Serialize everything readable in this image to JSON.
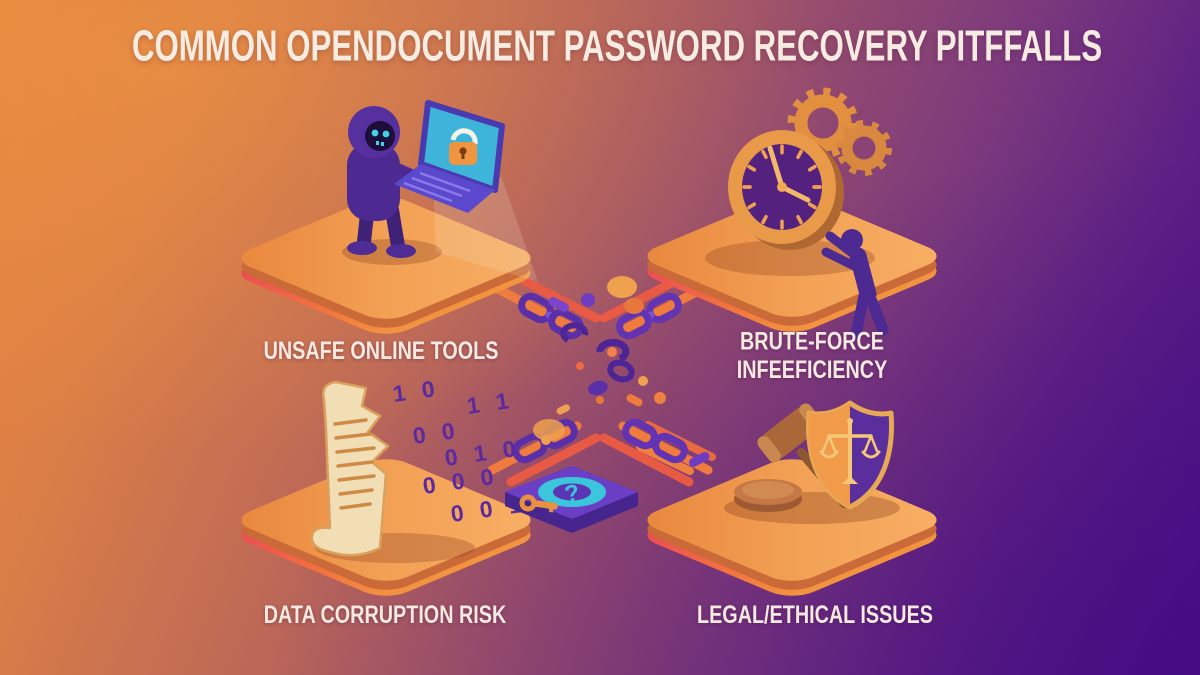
{
  "title": "COMMON OPENDOCUMENT PASSWORD RECOVERY PITFFALLS",
  "panels": {
    "top_left": {
      "label": "UNSAFE ONLINE TOOLS",
      "icon": "hooded-hacker-laptop-padlock-icon"
    },
    "top_right": {
      "label_line1": "BRUTE-FORCE",
      "label_line2": "INFEEFICIENCY",
      "icon": "clock-gears-pushing-figure-icon"
    },
    "bottom_left": {
      "label": "DATA CORRUPTION RISK",
      "icon": "torn-scroll-binary-disk-icon",
      "binary_rows": [
        "1 0",
        "1 1",
        "0 0",
        "0 1 0",
        "0 0 0",
        "0 0 1"
      ],
      "disk_glyph": "?"
    },
    "bottom_right": {
      "label": "LEGAL/ETHICAL ISSUES",
      "icon": "gavel-shield-scales-icon"
    }
  },
  "colors": {
    "bg_top_left": "#e2823f",
    "bg_bottom_right": "#4a0e87",
    "platform_top": "#f5a95c",
    "platform_rim": "#ef4d58",
    "figure_purple": "#4c2a92",
    "screen_teal": "#3fb4da",
    "lock_orange": "#ef9440",
    "chain_purple": "#5b2fa8",
    "trace_orange": "#ef7c3e",
    "scroll_cream": "#f2deb5",
    "shield_purple": "#5b2e9e",
    "shield_orange": "#f09a4a",
    "gold": "#f5c878",
    "title_text": "#f6ece1"
  }
}
